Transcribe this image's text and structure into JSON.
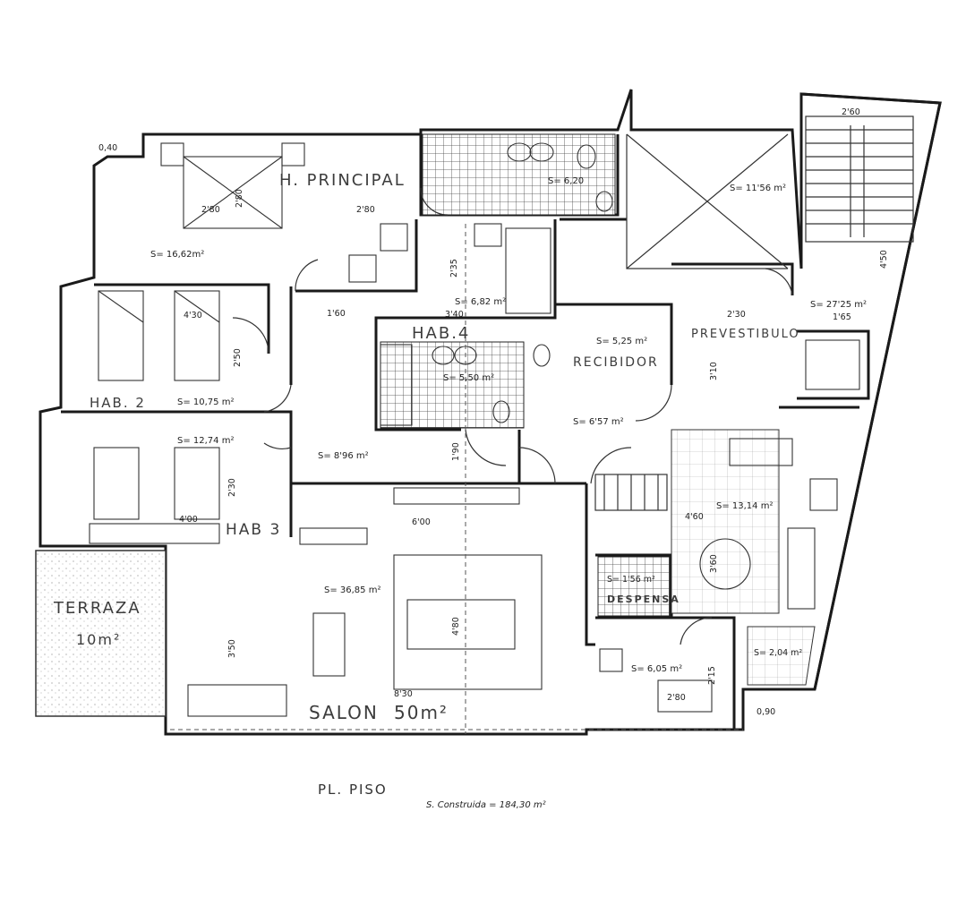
{
  "rooms": {
    "h_principal": {
      "name": "H. PRINCIPAL",
      "area": "S= 16,62m²",
      "dim_a": "2'80",
      "dim_b": "2'80",
      "dim_c": "2'80"
    },
    "bath1": {
      "area": "S= 6,20"
    },
    "hall_top": {
      "area": "S= 11'56 m²",
      "dim": "2'60"
    },
    "stairs": {
      "area": "S= 27'25 m²",
      "dim_a": "4'50",
      "dim_b": "1'65"
    },
    "hab4": {
      "name": "HAB.4",
      "area": "S= 6,82 m²",
      "dim_a": "3'40",
      "dim_b": "2'35"
    },
    "bath2": {
      "area": "S= 5,50 m²"
    },
    "hab2": {
      "name": "HAB. 2",
      "area": "S= 10,75 m²",
      "dim_a": "4'30",
      "dim_b": "2'50"
    },
    "pasillo": {
      "area": "S= 8'96 m²",
      "dim_a": "1'60",
      "dim_b": "1'90"
    },
    "recibidor": {
      "name": "RECIBIDOR",
      "area": "S= 5,25 m²",
      "area2": "S= 6'57 m²"
    },
    "prevestibulo": {
      "name": "PREVESTIBULO",
      "dim_a": "2'30",
      "dim_b": "3'10"
    },
    "hab3": {
      "name": "HAB 3",
      "area": "S= 12,74 m²",
      "dim_a": "4'00",
      "dim_b": "2'30"
    },
    "cocina": {
      "area": "S= 13,14 m²",
      "dim_a": "4'60",
      "dim_b": "3'60"
    },
    "despensa": {
      "name": "DESPENSA",
      "area": "S= 1'56 m²"
    },
    "terraza": {
      "name": "TERRAZA",
      "area": "10m²"
    },
    "salon": {
      "name": "SALON",
      "area": "50m²",
      "area_s": "S= 36,85 m²",
      "dim_a": "6'00",
      "dim_b": "4'80",
      "dim_c": "8'30",
      "dim_d": "3'50"
    },
    "aseo": {
      "area": "S= 6,05 m²",
      "dim_a": "2'80",
      "dim_b": "2'15"
    },
    "tendedero": {
      "area": "S= 2,04 m²"
    }
  },
  "dims": {
    "top_left": "0,40",
    "bottom_right": "0,90"
  },
  "footer": {
    "title": "PL. PISO",
    "construida": "S. Construida = 184,30 m²"
  }
}
